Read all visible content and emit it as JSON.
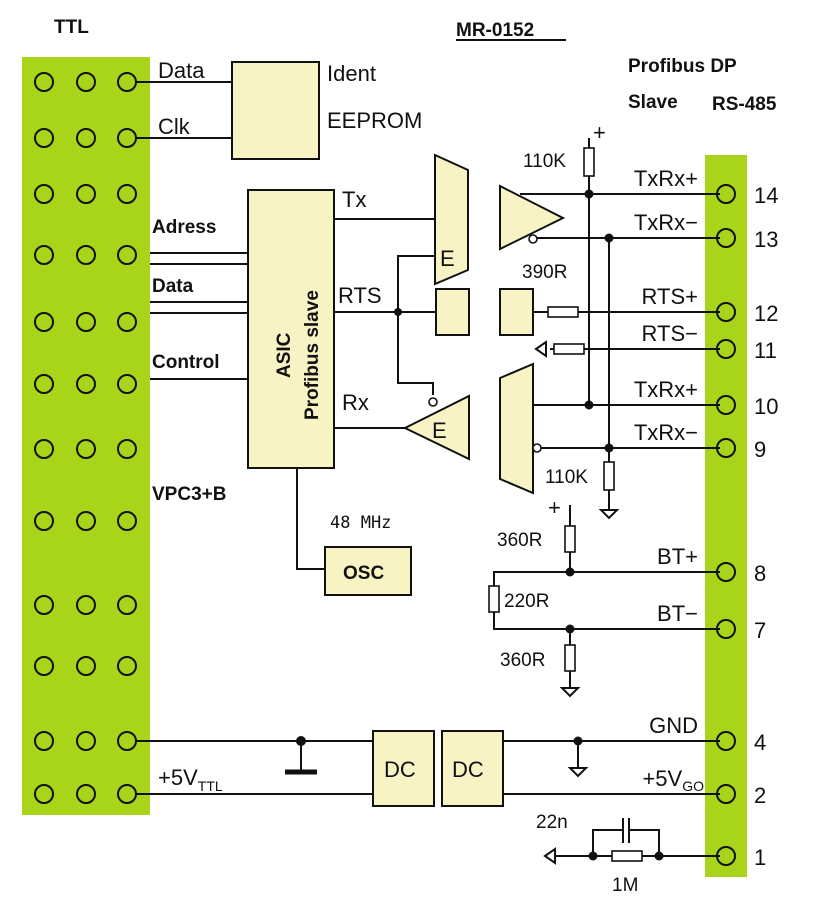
{
  "colors": {
    "connector_green": "#a8d41a",
    "block_fill": "#f8f3c4",
    "line": "#111111"
  },
  "title": "MR-0152",
  "ttl_connector": {
    "label": "TTL",
    "rows": 12,
    "cols": 3
  },
  "eeprom": {
    "line1": "Ident",
    "line2": "EEPROM",
    "data_label": "Data",
    "clk_label": "Clk"
  },
  "bus_labels": {
    "address": "Adress",
    "data": "Data",
    "control": "Control"
  },
  "asic": {
    "line1": "ASIC",
    "line2": "Profibus slave",
    "chip": "VPC3+B",
    "tx": "Tx",
    "rts": "RTS",
    "rx": "Rx",
    "enable": "E"
  },
  "oscillator": {
    "label": "OSC",
    "frequency": "48 MHz"
  },
  "profibus": {
    "line1": "Profibus DP",
    "line2a": "Slave",
    "line2b": "RS-485"
  },
  "pins": [
    {
      "number": "14",
      "signal": "TxRx+"
    },
    {
      "number": "13",
      "signal": "TxRx−"
    },
    {
      "number": "12",
      "signal": "RTS+"
    },
    {
      "number": "11",
      "signal": "RTS−"
    },
    {
      "number": "10",
      "signal": "TxRx+"
    },
    {
      "number": "9",
      "signal": "TxRx−"
    },
    {
      "number": "8",
      "signal": "BT+"
    },
    {
      "number": "7",
      "signal": "BT−"
    },
    {
      "number": "4",
      "signal": "GND"
    },
    {
      "number": "2",
      "signal": "+5V",
      "subscript": "GO"
    },
    {
      "number": "1",
      "signal": ""
    }
  ],
  "components": {
    "pullup_top": "110K",
    "pulldown_bottom": "110K",
    "rts_resistor": "390R",
    "bt_pullup": "360R",
    "bt_series": "220R",
    "bt_pulldown": "360R",
    "shield_cap": "22n",
    "shield_res": "1M",
    "plus": "+"
  },
  "power": {
    "ttl_supply": "+5V",
    "ttl_subscript": "TTL",
    "dc1": "DC",
    "dc2": "DC"
  }
}
